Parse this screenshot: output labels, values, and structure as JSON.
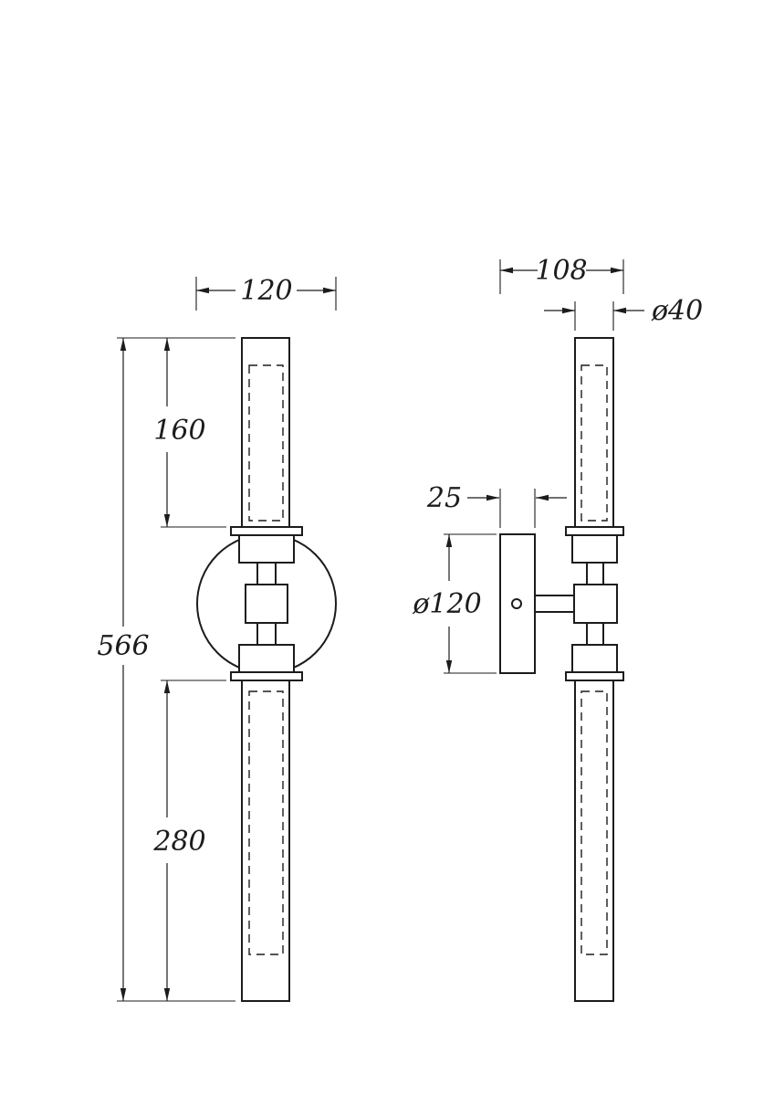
{
  "dimensions": {
    "front": {
      "plate_width": "120",
      "upper_section": "160",
      "overall_height": "566",
      "lower_section": "280"
    },
    "side": {
      "overall_depth": "108",
      "tube_diameter": "ø40",
      "plate_depth": "25",
      "plate_diameter": "ø120"
    }
  },
  "colors": {
    "line": "#1c1c1c",
    "background": "#ffffff"
  }
}
